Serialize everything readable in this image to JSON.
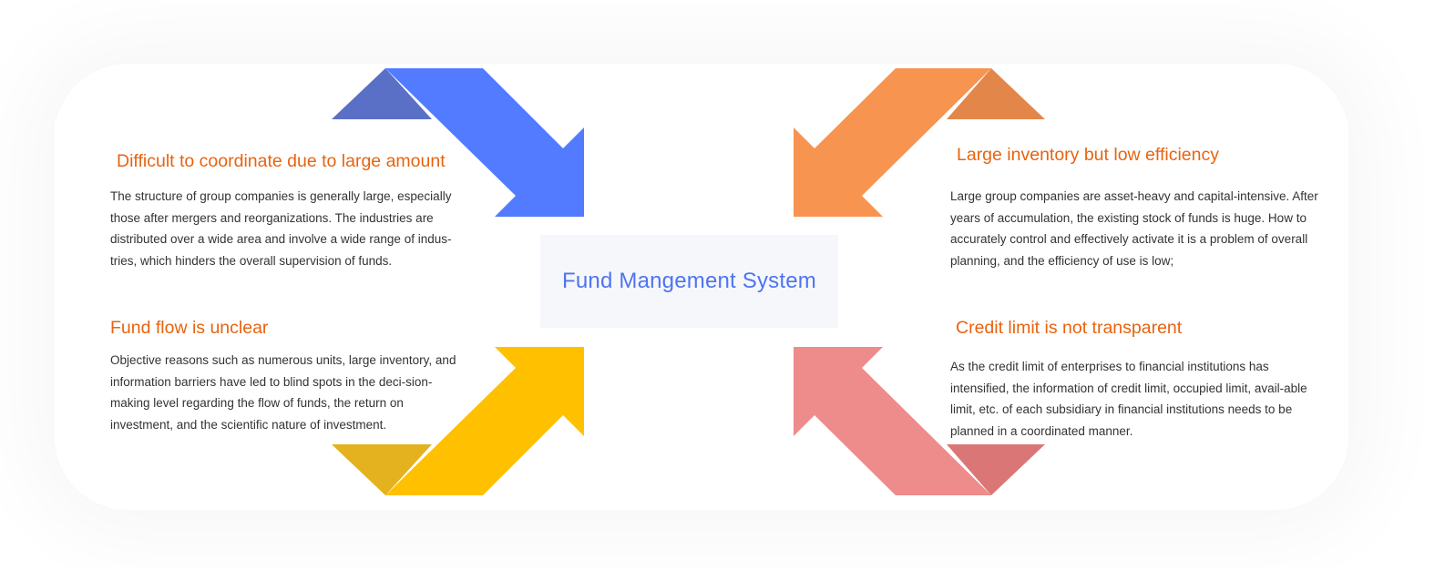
{
  "center": {
    "title": "Fund Mangement System"
  },
  "blocks": {
    "top_left": {
      "title": "Difficult to coordinate due to large amount",
      "text": "The structure of group companies is generally large, especially those after mergers and reorganizations. The industries are distributed over a wide area and involve a wide range of indus-tries, which hinders the overall supervision of funds."
    },
    "bottom_left": {
      "title": "Fund flow is unclear",
      "text": "Objective reasons such as numerous units, large inventory, and information barriers have led to blind spots in the deci-sion-making level regarding the flow of funds, the return on investment, and the scientific nature of investment."
    },
    "top_right": {
      "title": "Large inventory but low efficiency",
      "text": "Large group companies are asset-heavy and capital-intensive. After years of accumulation, the existing stock of funds is huge. How to accurately control and effectively activate it is a problem of overall planning, and the efficiency of use is low;"
    },
    "bottom_right": {
      "title": "Credit limit is not transparent",
      "text": "As the credit limit of enterprises to financial institutions has intensified, the information of credit limit, occupied limit, avail-able limit, etc. of each subsidiary in financial institutions needs to be planned in a coordinated manner."
    }
  },
  "colors": {
    "accent": "#4f74f0",
    "heading": "#e8630f",
    "arrow_blue": "#527bff",
    "arrow_blue_fold": "#5a70c6",
    "arrow_orange": "#f7944f",
    "arrow_orange_fold": "#e3864a",
    "arrow_yellow": "#ffc000",
    "arrow_yellow_fold": "#e4b21f",
    "arrow_pink": "#ee8b8b",
    "arrow_pink_fold": "#db7676"
  },
  "icons": {
    "top_left": "arrow-down-right-icon",
    "top_right": "arrow-down-left-icon",
    "bottom_left": "arrow-up-right-icon",
    "bottom_right": "arrow-up-left-icon"
  }
}
